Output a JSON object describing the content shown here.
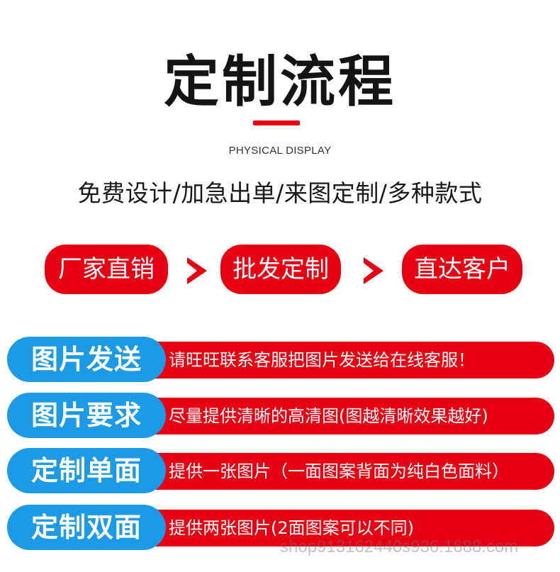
{
  "header": {
    "title": "定制流程",
    "subtitle_en": "PHYSICAL DISPLAY",
    "tagline": "免费设计/加急出单/来图定制/多种款式"
  },
  "flow": {
    "steps": [
      "厂家直销",
      "批发定制",
      "直达客户"
    ]
  },
  "rows": [
    {
      "label": "图片发送",
      "text": "请旺旺联系客服把图片发送给在线客服！"
    },
    {
      "label": "图片要求",
      "text": "尽量提供清晰的高清图(图越清晰效果越好)"
    },
    {
      "label": "定制单面",
      "text": "提供一张图片（一面图案背面为纯白色面料）"
    },
    {
      "label": "定制双面",
      "text": "提供两张图片(2面图案可以不同)"
    }
  ],
  "watermark": "shop913162440s936.1688.com",
  "colors": {
    "accent_red": "#e60012",
    "accent_blue": "#1d9ae5"
  }
}
